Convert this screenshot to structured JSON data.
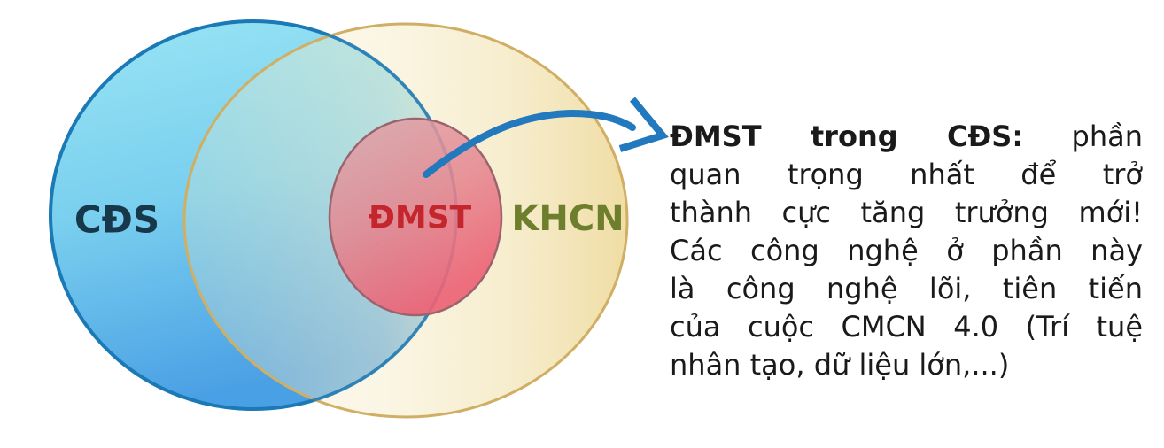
{
  "figure": {
    "background": "#ffffff"
  },
  "venn": {
    "circle_cds": {
      "label": "CĐS",
      "label_color": "#17384b",
      "stroke": "#1b7ab6",
      "fill_top": "#9ae5f4",
      "fill_bottom": "#4aa0e4"
    },
    "circle_khcn": {
      "label": "KHCN",
      "label_color": "#6d7f2c",
      "stroke": "#d0ae63",
      "fill": "#f6ecca"
    },
    "ellipse_dmst": {
      "label": "ĐMST",
      "label_color": "#c5262d",
      "stroke": "#9a636d",
      "fill_light": "#dfa6ab",
      "fill_deep": "#ec6275"
    }
  },
  "arrow": {
    "color": "#2279bd"
  },
  "annotation": {
    "text_color": "#1a1a1a",
    "line1": {
      "bold": "ĐMST trong CĐS:",
      "rest": "phần"
    },
    "lines": [
      "quan trọng nhất để trở",
      "thành cực tăng trưởng mới!",
      "Các công nghệ ở phần này",
      "là công nghệ lõi, tiên tiến",
      "của cuộc CMCN 4.0 (Trí tuệ",
      "nhân tạo, dữ liệu lớn,...)"
    ]
  }
}
